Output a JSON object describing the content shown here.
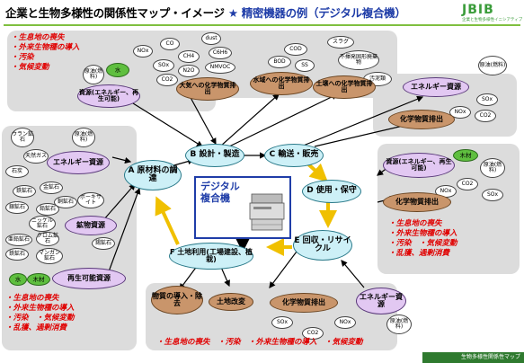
{
  "header": {
    "title": "企業と生物多様性の関係性マップ・イメージ",
    "star": "★",
    "subtitle": "精密機器の例（デジタル複合機）",
    "logo": "JBIB",
    "logo_sub": "企業と生物多様性イニシアティブ"
  },
  "center": {
    "line1": "デジタル",
    "line2": "複合機"
  },
  "nodes": {
    "a": "A 原材料の調達",
    "b": "B 設計・製造",
    "c": "C 輸送・販売",
    "d": "D 使用・保守",
    "e": "E 回収・リサイクル",
    "f": "F 土地利用(工場建設、植栽)"
  },
  "top_left": {
    "resource": "資源(エネルギー、再生可能)",
    "water": "水",
    "crude": "原油(燃料)",
    "risks": [
      "・生息地の喪失",
      "・外来生物種の導入",
      "・汚染",
      "・気候変動"
    ]
  },
  "top_air": {
    "label": "大気への化学物質排出",
    "gases": [
      "NOx",
      "CO",
      "dust",
      "CH4",
      "C6H6",
      "SOx",
      "N2O",
      "NMVOC",
      "CO2"
    ]
  },
  "top_water": {
    "label": "水域への化学物質排出",
    "items": [
      "COD",
      "BOD",
      "SS"
    ]
  },
  "top_soil": {
    "label": "土壌への化学物質排出",
    "items": [
      "スラグ",
      "不揮発固形廃棄物",
      "汚泥類"
    ]
  },
  "top_right": {
    "energy": "エネルギー資源",
    "crude": "原油(燃料)",
    "sox": "SOx",
    "nox": "NOx",
    "co2": "CO2",
    "chem": "化学物質排出"
  },
  "left": {
    "energy": "エネルギー資源",
    "minerals": "鉱物資源",
    "renew": "再生可能資源",
    "water": "水",
    "wood": "木材",
    "ores": [
      "ウラン鉱石",
      "原油(燃料)",
      "天然ガス",
      "石炭",
      "鉄鉱石",
      "金鉱石",
      "銀鉱石",
      "銅鉱石",
      "鉛鉱石",
      "ニッケル鉱石",
      "ボーキサイト",
      "亜鉛鉱石",
      "クロム鉱石",
      "錫鉱石",
      "マンガン鉱石",
      "鉄鉱石"
    ],
    "risks": [
      "・生息地の喪失",
      "・外来生物種の導入",
      "・汚染　・気候変動",
      "・乱獲、過剰消費"
    ]
  },
  "right": {
    "resource": "資源(エネルギー、再生可能)",
    "wood": "木材",
    "crude": "原油(燃料)",
    "co2": "CO2",
    "nox": "NOx",
    "sox": "SOx",
    "chem": "化学物質排出",
    "risks": [
      "・生息地の喪失",
      "・外来生物種の導入",
      "・汚染　・気候変動",
      "・乱獲、過剰消費"
    ]
  },
  "bottom": {
    "material": "物質の導入・除去",
    "soil": "土地改変",
    "chem": "化学物質排出",
    "energy": "エネルギー資源",
    "crude": "原油(燃料)",
    "sox": "SOx",
    "nox": "NOx",
    "co2": "CO2",
    "risks": "・生息地の喪失　・汚染　・外来生物種の導入　・気候変動"
  },
  "footer": "生物多様性関係性マップ"
}
